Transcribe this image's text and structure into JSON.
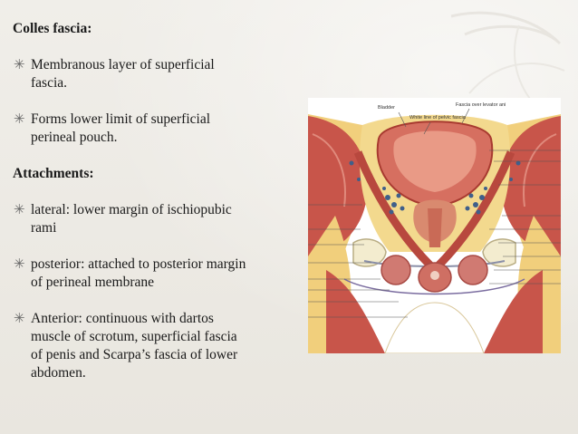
{
  "section1": {
    "heading": "Colles fascia:",
    "bullets": [
      {
        "line1": "Membranous layer of superficial",
        "line2": "fascia."
      },
      {
        "line1": "Forms lower limit of superficial",
        "line2": "perineal pouch."
      }
    ]
  },
  "section2": {
    "heading": "Attachments:",
    "bullets": [
      {
        "line1": "lateral: lower margin of ischiopubic",
        "line2": "rami"
      },
      {
        "line1": "posterior: attached to posterior margin",
        "line2": "of perineal membrane"
      },
      {
        "line1": "Anterior: continuous with dartos",
        "line2": "muscle of scrotum, superficial fascia",
        "line3": "of penis and Scarpa’s fascia of lower",
        "line4": "abdomen."
      }
    ]
  },
  "bullet_symbol": "✳",
  "figure": {
    "labels": {
      "bladder": "Bladder",
      "fascia_levator": "Fascia over levator ani",
      "white_line": "White line of pelvic fascia"
    }
  },
  "colors": {
    "background": "#eeece6",
    "text": "#1a1a1a",
    "bullet": "#666666",
    "muscle": "#c8554a",
    "fat": "#f1cf7c",
    "bone": "#f3eccf"
  }
}
